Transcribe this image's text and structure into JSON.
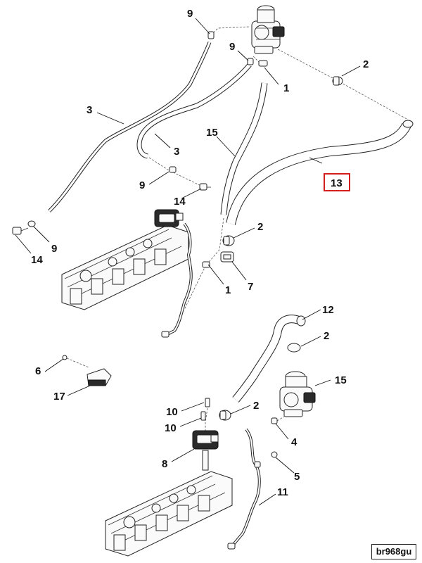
{
  "callouts": {
    "c9a": "9",
    "c9b": "9",
    "c1a": "1",
    "c2a": "2",
    "c3a": "3",
    "c3b": "3",
    "c15a": "15",
    "c13": "13",
    "c9c": "9",
    "c14a": "14",
    "c14b": "14",
    "c9d": "9",
    "c2b": "2",
    "c7": "7",
    "c1b": "1",
    "c12": "12",
    "c2c": "2",
    "c15b": "15",
    "c6": "6",
    "c17": "17",
    "c10a": "10",
    "c10b": "10",
    "c2d": "2",
    "c4": "4",
    "c8": "8",
    "c5": "5",
    "c11": "11"
  },
  "highlighted_callout": "13",
  "diagram_id": "br968gu",
  "colors": {
    "highlight": "#d21f1f",
    "line": "#222222"
  }
}
